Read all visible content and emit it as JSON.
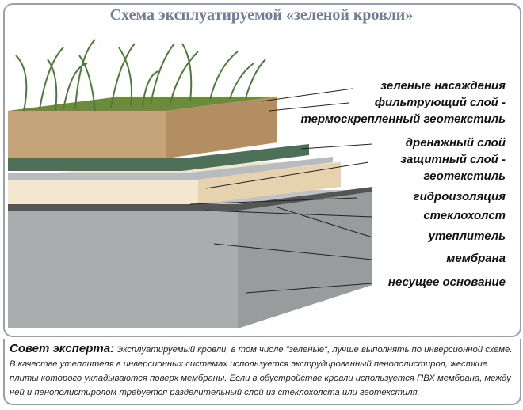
{
  "title": "Схема эксплуатируемой «зеленой кровли»",
  "labels": [
    "зеленые насаждения",
    "фильтрующий слой -",
    "термоскрепленный геотекстиль",
    "дренажный слой",
    "защитный слой -",
    "геотекстиль",
    "гидроизоляция",
    "стеклохолст",
    "утеплитель",
    "мембрана",
    "несущее основание"
  ],
  "tip": {
    "heading": "Совет эксперта:",
    "text": "Эксплуатируемый кровли, в том числе \"зеленые\", лучше выполнять по инверсионной схеме. В качестве утеплителя в инверсионных системах используется экструдированный пенополистирол, жесткие плиты которого укладываются поверх мембраны. Если в обустройстве кровли используется ПВХ мембрана, между ней и пенополистиролом требуется разделительный слой из стеклохолста или геотекстиля."
  }
}
